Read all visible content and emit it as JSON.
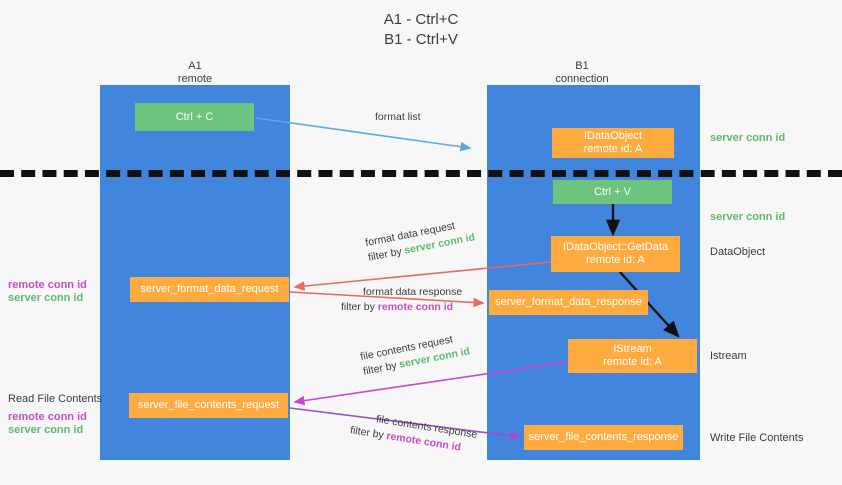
{
  "title": {
    "line1": "A1 - Ctrl+C",
    "line2": "B1 - Ctrl+V"
  },
  "lanes": [
    {
      "name": "A1",
      "sub": "remote"
    },
    {
      "name": "B1",
      "sub": "connection"
    }
  ],
  "boxes": {
    "ctrl_c": {
      "label": "Ctrl + C"
    },
    "idataobject": {
      "line1": "IDataObject",
      "line2": "remote id: A"
    },
    "ctrl_v": {
      "label": "Ctrl + V"
    },
    "getdata": {
      "line1": "IDataObject::GetData",
      "line2": "remote id: A"
    },
    "fmt_req": {
      "label": "server_format_data_request"
    },
    "fmt_res": {
      "label": "server_format_data_response"
    },
    "istream": {
      "line1": "IStream",
      "line2": "remote id: A"
    },
    "file_req": {
      "label": "server_file_contents_request"
    },
    "file_res": {
      "label": "server_file_contents_response"
    }
  },
  "right_labels": {
    "server_conn_1": "server conn id",
    "server_conn_2": "server conn id",
    "dataobject": "DataObject",
    "istream": "Istream",
    "write_file": "Write File Contents"
  },
  "left_labels": {
    "read_file": "Read File Contents",
    "remote_conn_1": "remote conn id",
    "server_conn_1": "server conn id",
    "remote_conn_2": "remote conn id",
    "server_conn_2": "server conn id"
  },
  "arrows": {
    "format_list": "format list",
    "fmt_req_title": "format data request",
    "fmt_req_filter_pre": "filter by",
    "fmt_req_filter_val": "server conn id",
    "fmt_res_title": "format data response",
    "fmt_res_filter_pre": "filter by",
    "fmt_res_filter_val": "remote conn id",
    "file_req_title": "file contents request",
    "file_req_filter_pre": "filter by",
    "file_req_filter_val": "server conn id",
    "file_res_title": "file contents response",
    "file_res_filter_pre": "filter by",
    "file_res_filter_val": "remote conn id"
  },
  "colors": {
    "lane": "#4285dd",
    "green_box": "#6cc47f",
    "orange_box": "#ffab40",
    "server_conn": "#5fba6e",
    "remote_conn": "#c44ec4",
    "arrow_blue": "#5aa9e6",
    "arrow_red": "#e8695f",
    "arrow_magenta": "#cc46cc",
    "arrow_purple": "#9b4fc8",
    "arrow_black": "#111111"
  }
}
